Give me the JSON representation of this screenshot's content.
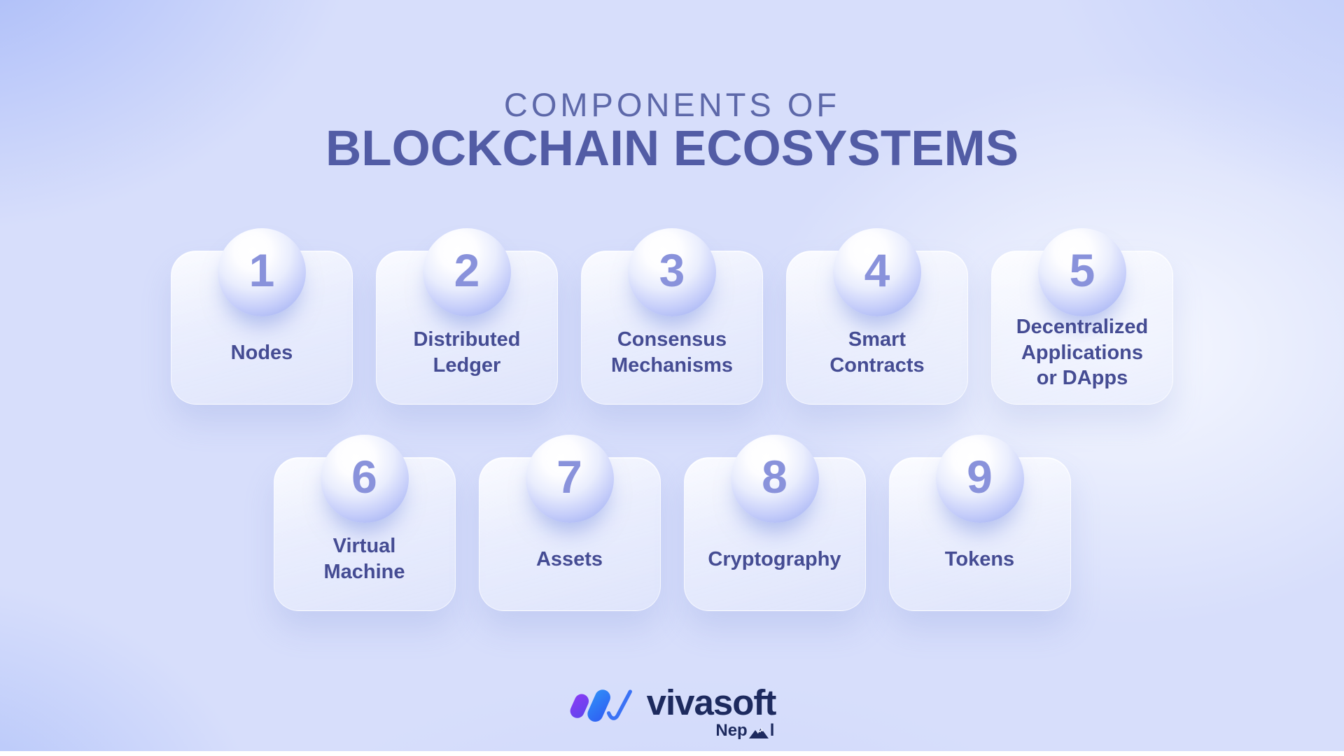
{
  "title": {
    "line1": "COMPONENTS OF",
    "line2": "BLOCKCHAIN ECOSYSTEMS"
  },
  "cards": [
    {
      "number": "1",
      "label": "Nodes"
    },
    {
      "number": "2",
      "label": "Distributed\nLedger"
    },
    {
      "number": "3",
      "label": "Consensus\nMechanisms"
    },
    {
      "number": "4",
      "label": "Smart\nContracts"
    },
    {
      "number": "5",
      "label": "Decentralized\nApplications\nor DApps"
    },
    {
      "number": "6",
      "label": "Virtual\nMachine"
    },
    {
      "number": "7",
      "label": "Assets"
    },
    {
      "number": "8",
      "label": "Cryptography"
    },
    {
      "number": "9",
      "label": "Tokens"
    }
  ],
  "footer": {
    "brand": "vivasoft",
    "country": "Nepal",
    "country_prefix": "Nep",
    "country_suffix": "l"
  },
  "colors": {
    "background_periwinkle": "#b0c0f8",
    "background_light": "#e9edfc",
    "card_surface": "#f1f3fd",
    "card_label_text": "#454c93",
    "sphere_number": "#8992db",
    "sphere_lavender": "#aab7f4",
    "title_light": "#5d68a9",
    "title_bold": "#525ca5",
    "brand_navy": "#1d2a5e",
    "logo_purple": "#7b3ff2",
    "logo_blue": "#3b72f5"
  }
}
